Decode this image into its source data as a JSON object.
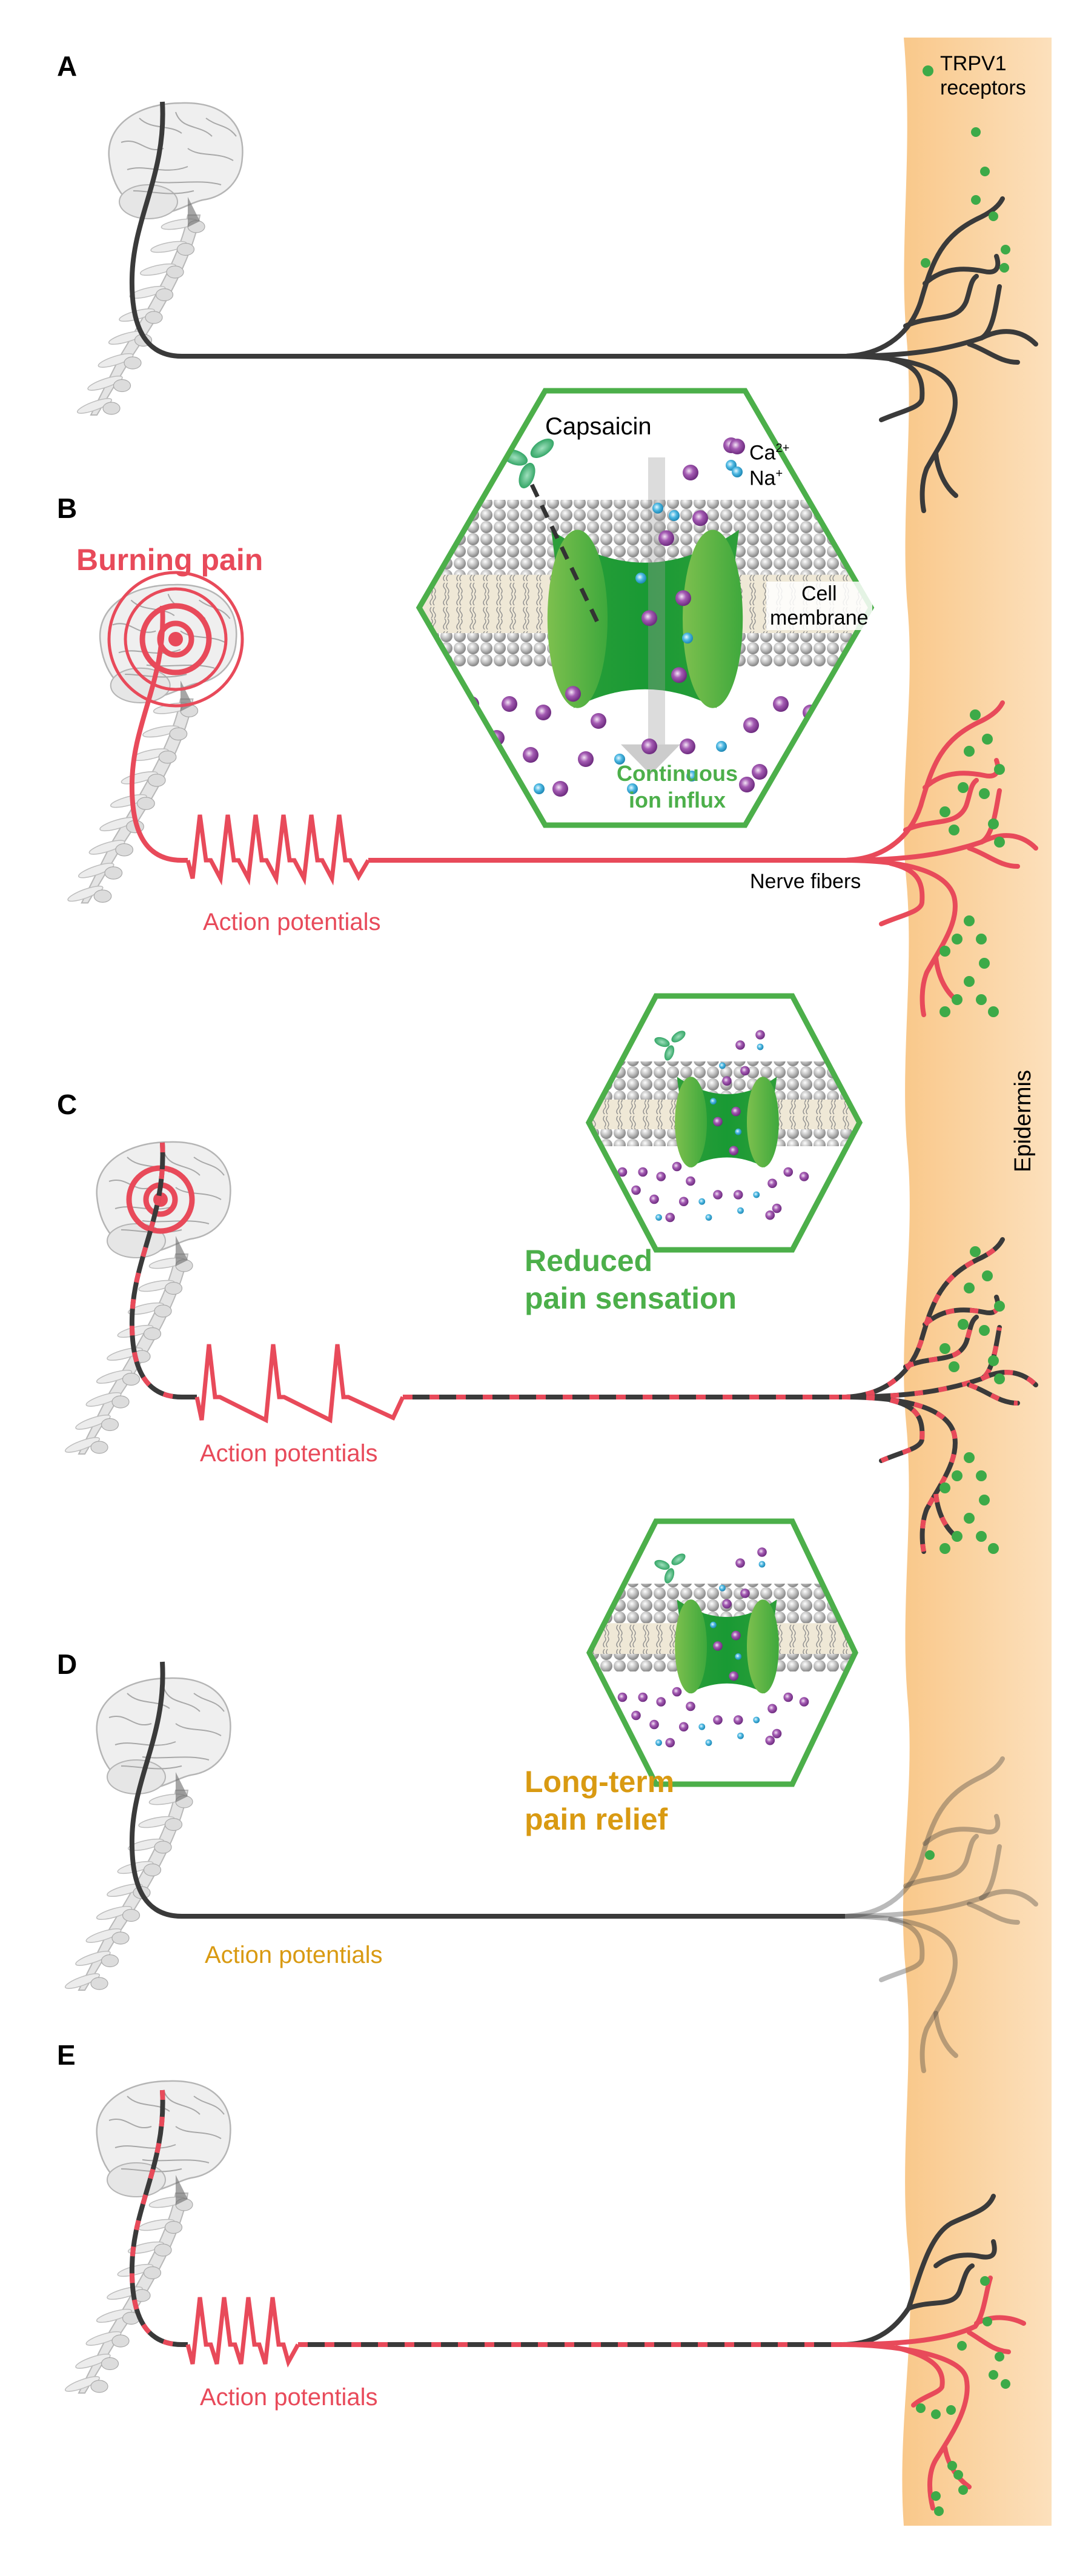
{
  "figure": {
    "panels": [
      {
        "id": "A",
        "label": "A"
      },
      {
        "id": "B",
        "label": "B",
        "heading": "Burning pain",
        "action_potentials_label": "Action potentials",
        "spike_count": 6
      },
      {
        "id": "C",
        "label": "C",
        "heading_line1": "Reduced",
        "heading_line2": "pain sensation",
        "action_potentials_label": "Action potentials",
        "spike_count": 3
      },
      {
        "id": "D",
        "label": "D",
        "heading_line1": "Long-term",
        "heading_line2": "pain relief",
        "action_potentials_label": "Action potentials",
        "spike_count": 0
      },
      {
        "id": "E",
        "label": "E",
        "action_potentials_label": "Action potentials",
        "spike_count": 4
      }
    ],
    "inset": {
      "capsaicin_label": "Capsaicin",
      "legend": [
        {
          "ion": "Ca",
          "superscript": "2+",
          "color": "#8E3E9E"
        },
        {
          "ion": "Na",
          "superscript": "+",
          "color": "#39A9D6"
        }
      ],
      "membrane_label_line1": "Cell",
      "membrane_label_line2": "membrane",
      "influx_line1": "Continuous",
      "influx_line2": "ion influx"
    },
    "skin": {
      "receptor_legend_line1": "TRPV1",
      "receptor_legend_line2": "receptors",
      "nerve_fibers_label": "Nerve fibers",
      "epidermis_label": "Epidermis"
    },
    "colors": {
      "pain_red": "#E84A5A",
      "relief_green": "#4CAF4A",
      "relief_orange": "#D99A12",
      "nerve_dark": "#3A3A3A",
      "receptor_green": "#3DAA48",
      "epidermis_left": "#F9C88A",
      "epidermis_right": "#FCE0BC"
    }
  }
}
